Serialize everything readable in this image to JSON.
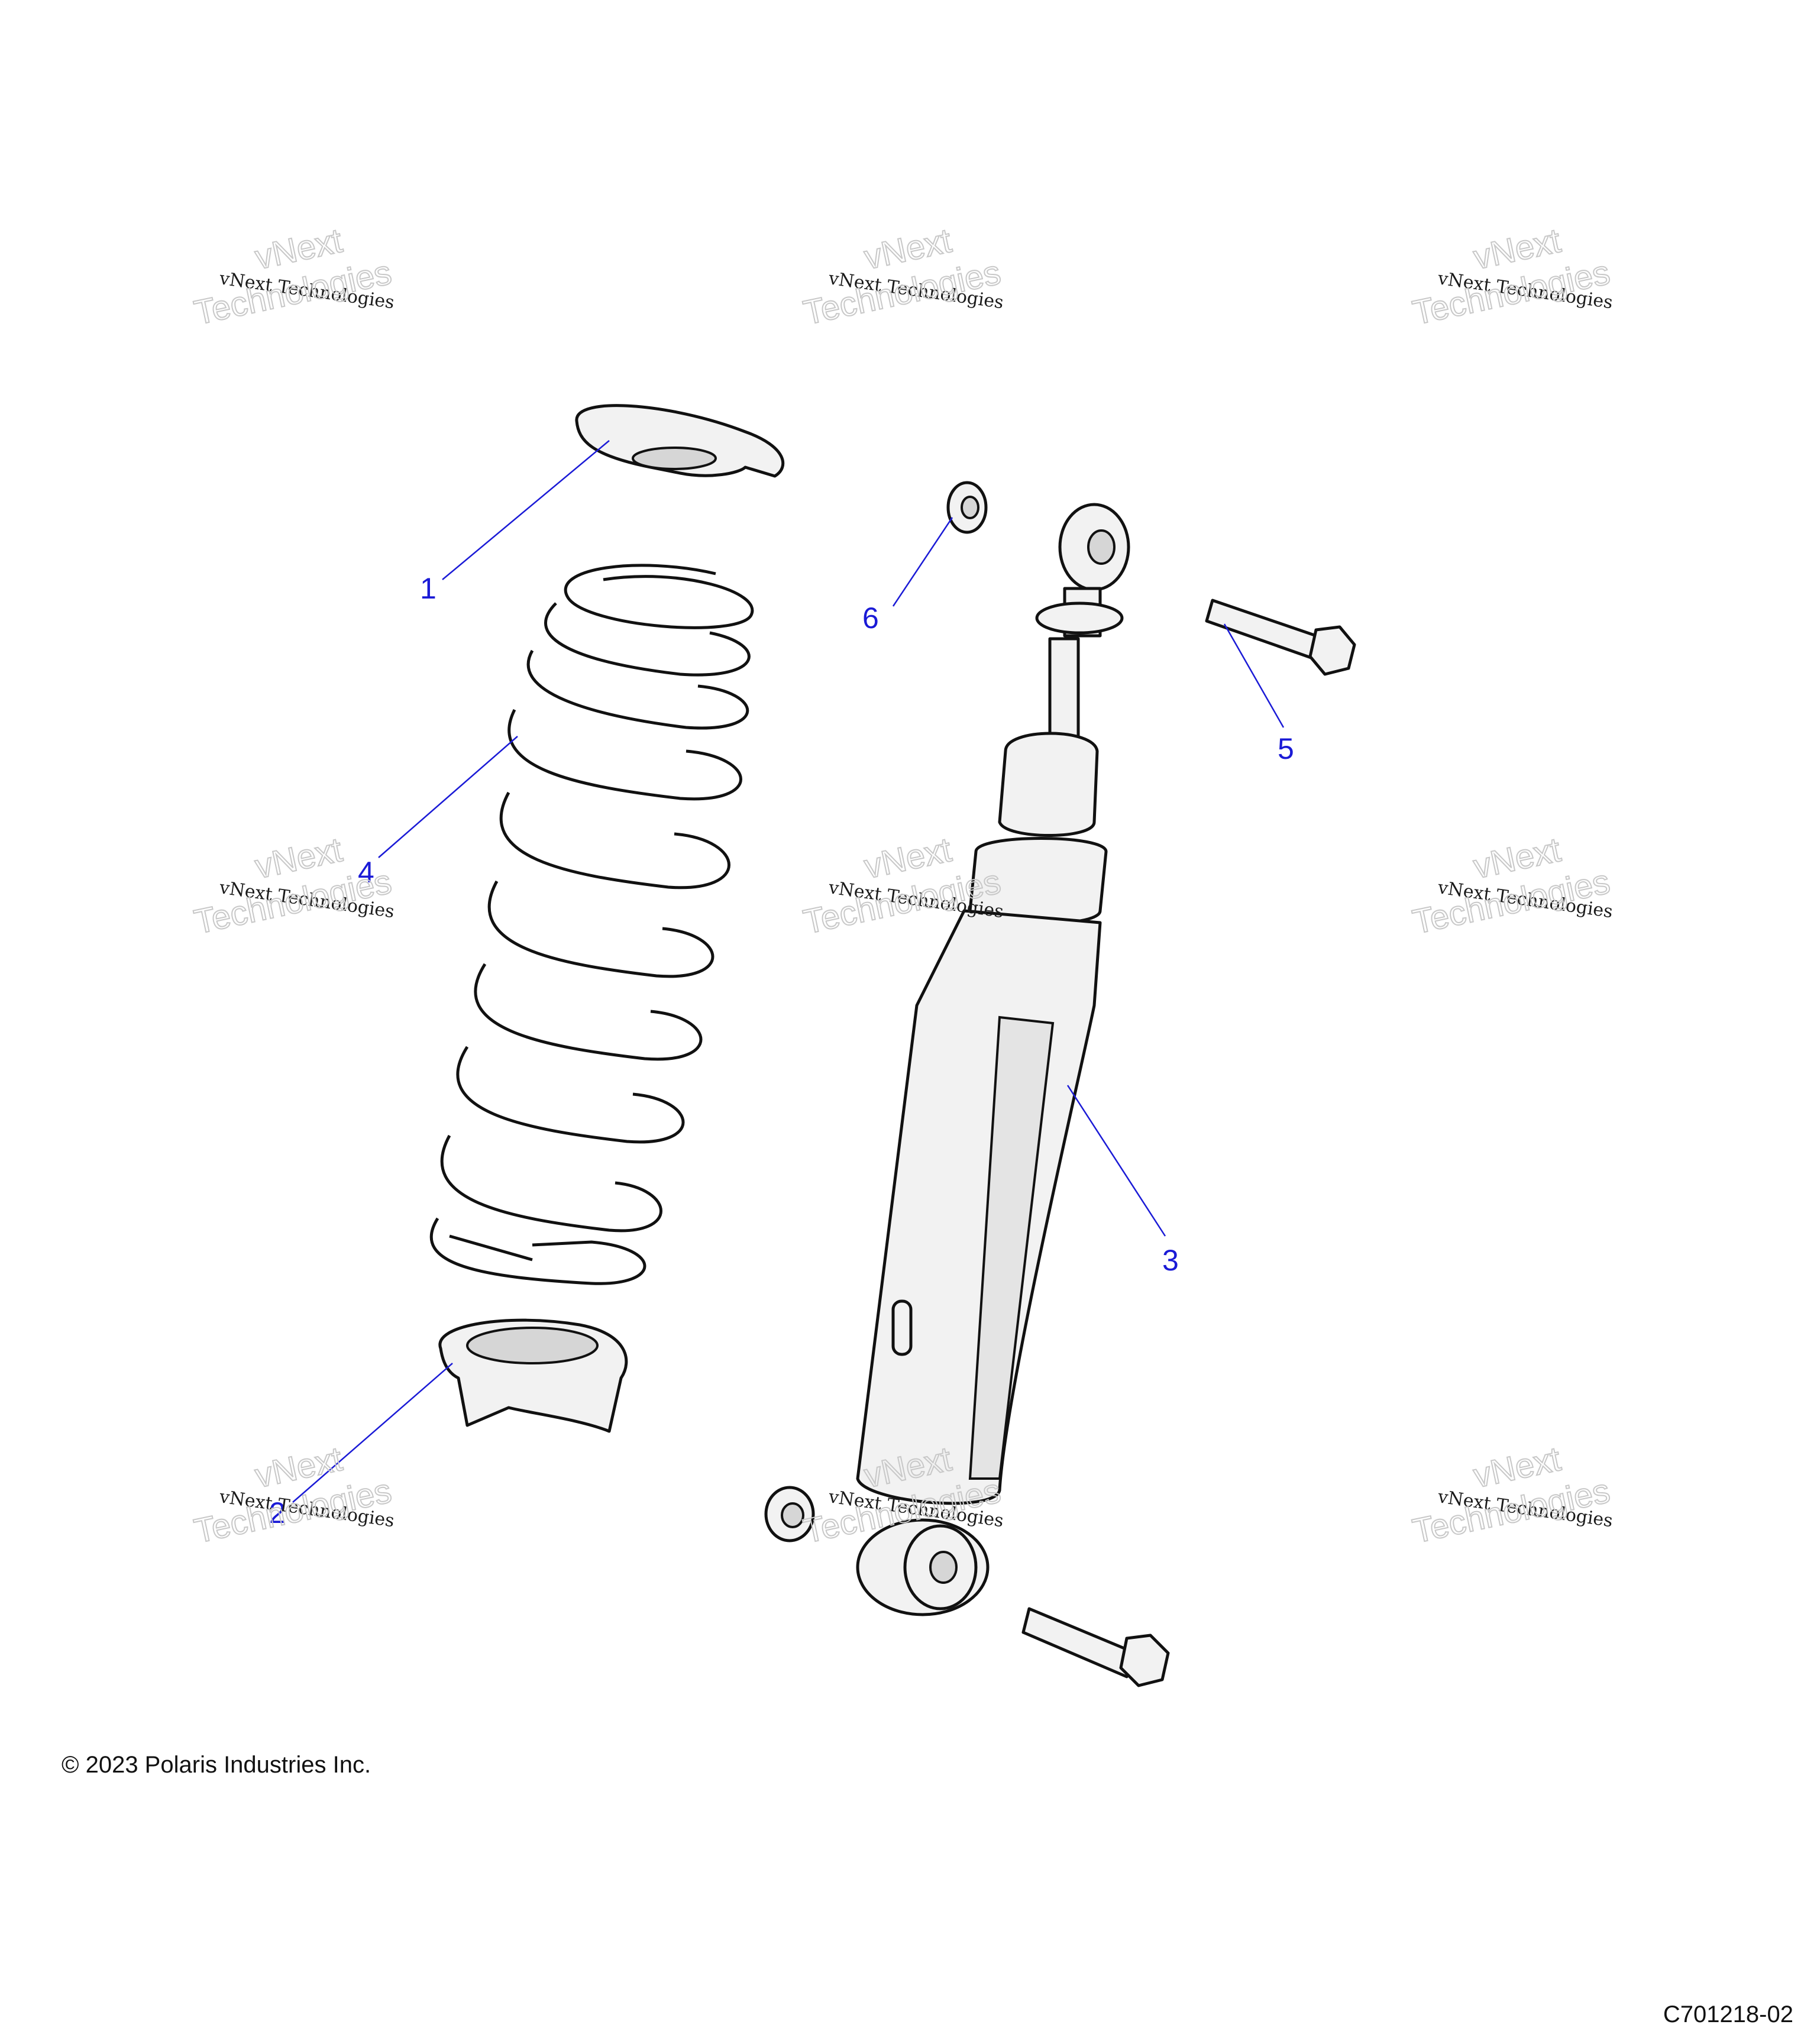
{
  "callouts": [
    {
      "id": "1",
      "label": "1"
    },
    {
      "id": "2",
      "label": "2"
    },
    {
      "id": "3",
      "label": "3"
    },
    {
      "id": "4",
      "label": "4"
    },
    {
      "id": "5",
      "label": "5"
    },
    {
      "id": "6",
      "label": "6"
    }
  ],
  "watermark": {
    "line1": "vNext Technologies",
    "line2a": "vNext",
    "line2b": "Technologies"
  },
  "footer": {
    "copyright": "© 2023 Polaris Industries Inc.",
    "drawing_id": "C701218-02"
  },
  "colors": {
    "callout": "#1a1ad6",
    "part_fill": "#f2f2f2",
    "outline": "#111111"
  }
}
